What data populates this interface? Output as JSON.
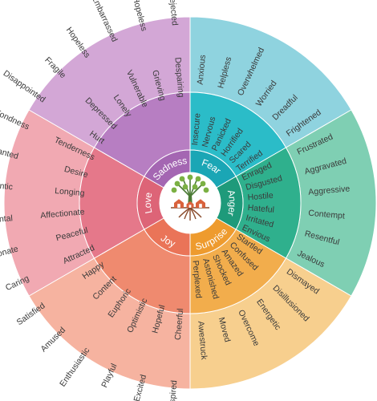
{
  "wheel": {
    "sectors": [
      {
        "core": "Fear",
        "colors": {
          "outer": "#8fd3df",
          "mid": "#2bbcc8",
          "core": "#1aa6b5"
        },
        "middle": [
          "Insecure",
          "Nervous",
          "Panicked",
          "Horrified",
          "Scared",
          "Terrified"
        ],
        "outer": [
          "Anxious",
          "Helpless",
          "Overwhelmed",
          "Worried",
          "Dreadful",
          "Frightened"
        ]
      },
      {
        "core": "Anger",
        "colors": {
          "outer": "#7fcfb3",
          "mid": "#2fb08d",
          "core": "#1e9a7a"
        },
        "middle": [
          "Enraged",
          "Disgusted",
          "Hostile",
          "Hateful",
          "Irritated",
          "Envious"
        ],
        "outer": [
          "Frustrated",
          "Aggravated",
          "Aggressive",
          "Contempt",
          "Resentful",
          "Jealous"
        ]
      },
      {
        "core": "Surprise",
        "colors": {
          "outer": "#f7cf8e",
          "mid": "#f2ad4c",
          "core": "#ee9b2e"
        },
        "middle": [
          "Startled",
          "Confused",
          "Amazed",
          "Shocked",
          "Astonished",
          "Perplexed"
        ],
        "outer": [
          "Dismayed",
          "Disillusioned",
          "Energetic",
          "Overcome",
          "Moved",
          "Awestruck"
        ]
      },
      {
        "core": "Joy",
        "colors": {
          "outer": "#f6b3a0",
          "mid": "#ef8a6f",
          "core": "#ea7458"
        },
        "middle": [
          "Cheerful",
          "Hopeful",
          "Optimistic",
          "Euphoric",
          "Content",
          "Happy"
        ],
        "outer": [
          "Inspired",
          "Excited",
          "Playful",
          "Enthusiastic",
          "Amused",
          "Satisfied"
        ]
      },
      {
        "core": "Love",
        "colors": {
          "outer": "#f1a9b2",
          "mid": "#e5788a",
          "core": "#dd6477"
        },
        "middle": [
          "Attracted",
          "Peaceful",
          "Affectionate",
          "Longing",
          "Desire",
          "Tenderness"
        ],
        "outer": [
          "Caring",
          "Passionate",
          "Sentimental",
          "Romantic",
          "Enchanted",
          "Fondness"
        ]
      },
      {
        "core": "Sadness",
        "colors": {
          "outer": "#d3a7d6",
          "mid": "#b77ec2",
          "core": "#a466b2"
        },
        "middle": [
          "Hurt",
          "Depressed",
          "Lonely",
          "Vulnerable",
          "Grieving",
          "Despairing"
        ],
        "outer": [
          "Disappointed",
          "Fragile",
          "Hopeless",
          "Embarrassed",
          "Hopeless",
          "Rejected"
        ]
      }
    ],
    "center_icon": "tree-with-houses-icon",
    "center_colors": {
      "tree": "#4a7a35",
      "leaves": "#7bb043",
      "houses": "#d9623c",
      "roots": "#8a4b2c"
    }
  }
}
